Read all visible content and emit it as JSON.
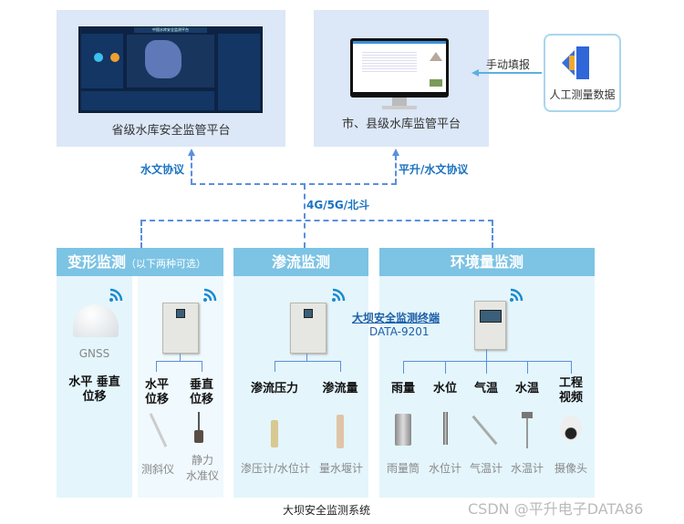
{
  "platforms": {
    "provincial": {
      "label": "省级水库安全监管平台",
      "screen_title": "中国水库安全监测平台"
    },
    "city": {
      "label": "市、县级水库监管平台"
    },
    "manual": {
      "label": "人工测量数据",
      "arrow_label": "手动填报"
    }
  },
  "protocols": {
    "left": "水文协议",
    "right": "平升/水文协议",
    "network": "4G/5G/北斗"
  },
  "sections": {
    "deformation": {
      "title": "变形监测",
      "note": "（以下两种可选）",
      "gnss": {
        "device": "GNSS",
        "label_line1": "水平 垂直",
        "label_line2": "位移"
      },
      "branches": [
        {
          "l1": "水平",
          "l2": "位移",
          "device": "测斜仪"
        },
        {
          "l1": "垂直",
          "l2": "位移",
          "device1": "静力",
          "device2": "水准仪"
        }
      ]
    },
    "seepage": {
      "title": "渗流监测",
      "branches": [
        {
          "label": "渗流压力",
          "device": "渗压计/水位计"
        },
        {
          "label": "渗流量",
          "device": "量水堰计"
        }
      ]
    },
    "environment": {
      "title": "环境量监测",
      "branches": [
        {
          "label": "雨量",
          "device": "雨量筒"
        },
        {
          "label": "水位",
          "device": "水位计"
        },
        {
          "label": "气温",
          "device": "气温计"
        },
        {
          "label": "水温",
          "device": "水温计"
        },
        {
          "l1": "工程",
          "l2": "视频",
          "device": "摄像头"
        }
      ]
    }
  },
  "terminal": {
    "name": "大坝安全监测终端",
    "model": "DATA-9201"
  },
  "caption": "大坝安全监测系统",
  "watermark": "CSDN @平升电子DATA86",
  "colors": {
    "header": "#7cc3e4",
    "body": "#e4f5fc",
    "platform": "#dce7f7",
    "link": "#5b8fdc",
    "accent": "#1a73c0"
  }
}
